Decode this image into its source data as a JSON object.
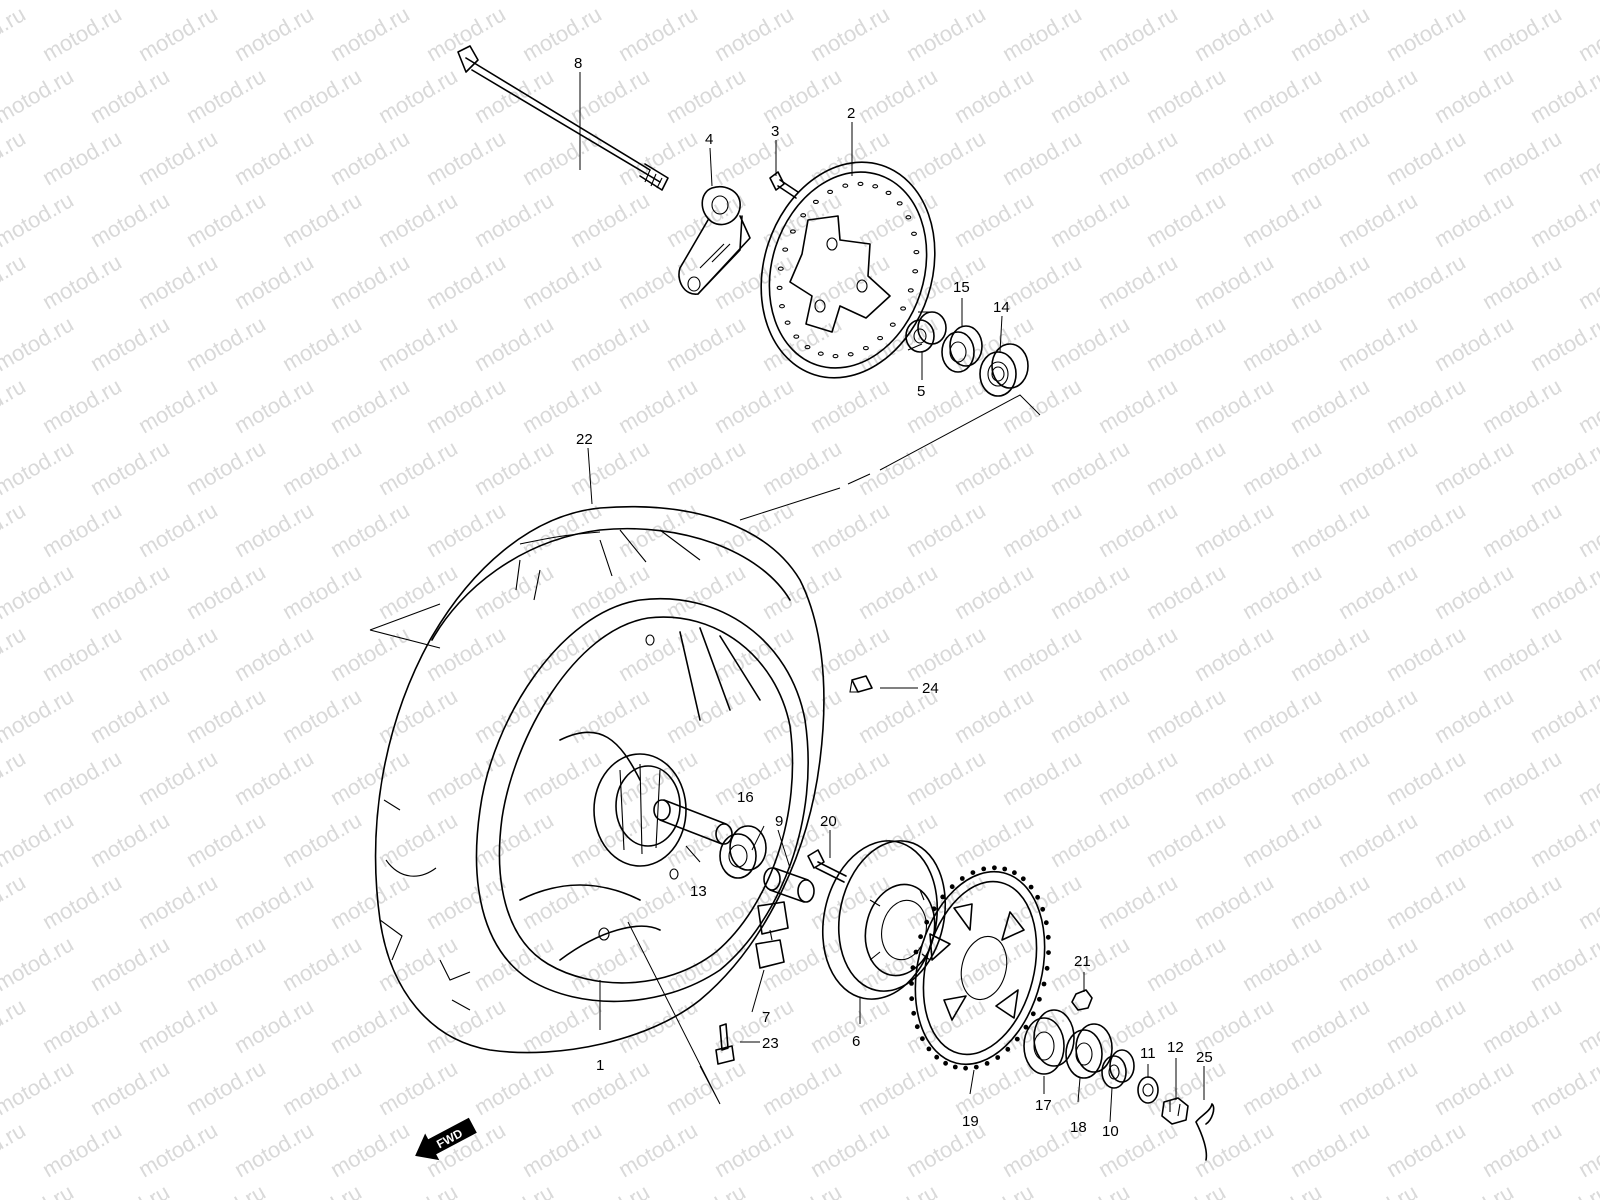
{
  "watermark": "motod.ru",
  "fwd_label": "FWD",
  "callouts": [
    {
      "id": "c1",
      "text": "1"
    },
    {
      "id": "c2",
      "text": "2"
    },
    {
      "id": "c3",
      "text": "3"
    },
    {
      "id": "c4",
      "text": "4"
    },
    {
      "id": "c5",
      "text": "5"
    },
    {
      "id": "c6",
      "text": "6"
    },
    {
      "id": "c7",
      "text": "7"
    },
    {
      "id": "c8",
      "text": "8"
    },
    {
      "id": "c9",
      "text": "9"
    },
    {
      "id": "c10",
      "text": "10"
    },
    {
      "id": "c11",
      "text": "11"
    },
    {
      "id": "c12",
      "text": "12"
    },
    {
      "id": "c13",
      "text": "13"
    },
    {
      "id": "c14",
      "text": "14"
    },
    {
      "id": "c15",
      "text": "15"
    },
    {
      "id": "c16",
      "text": "16"
    },
    {
      "id": "c17",
      "text": "17"
    },
    {
      "id": "c18",
      "text": "18"
    },
    {
      "id": "c19",
      "text": "19"
    },
    {
      "id": "c20",
      "text": "20"
    },
    {
      "id": "c21",
      "text": "21"
    },
    {
      "id": "c22",
      "text": "22"
    },
    {
      "id": "c23",
      "text": "23"
    },
    {
      "id": "c24",
      "text": "24"
    },
    {
      "id": "c25",
      "text": "25"
    }
  ]
}
